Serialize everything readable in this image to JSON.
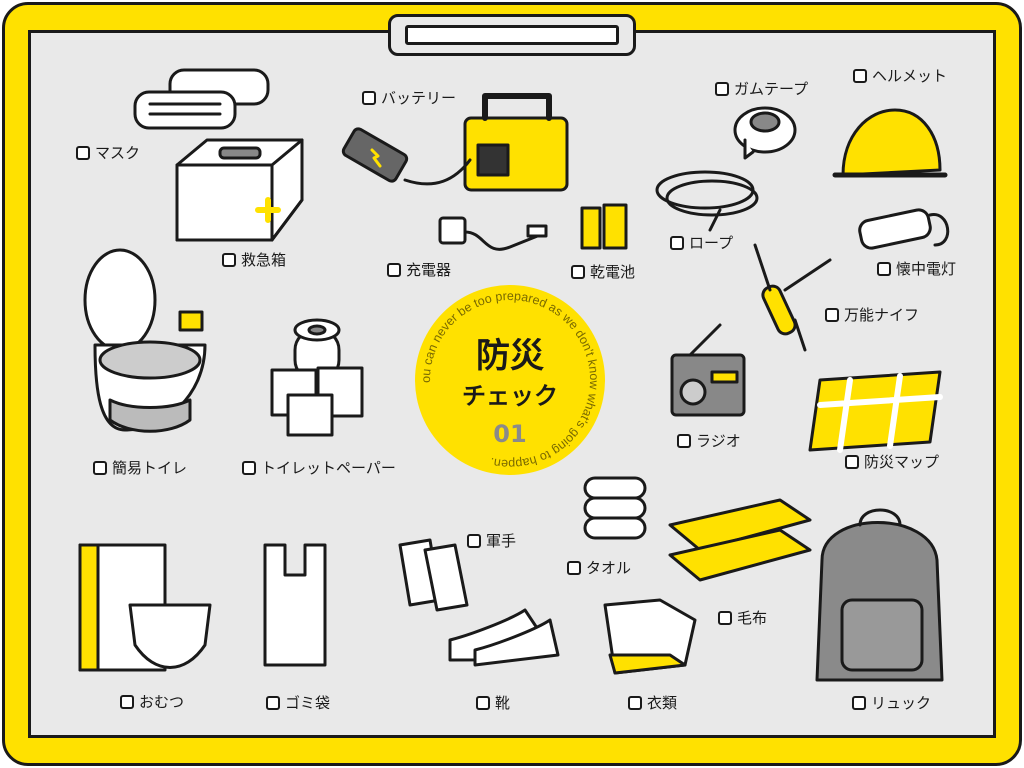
{
  "badge": {
    "title": "防災",
    "subtitle": "チェック",
    "number": "01",
    "circular_text": "You can never be too prepared as we don't know what's going to happen."
  },
  "items": [
    {
      "label": "マスク",
      "checked": false
    },
    {
      "label": "バッテリー",
      "checked": false
    },
    {
      "label": "ガムテープ",
      "checked": false
    },
    {
      "label": "ヘルメット",
      "checked": false
    },
    {
      "label": "救急箱",
      "checked": false
    },
    {
      "label": "充電器",
      "checked": false
    },
    {
      "label": "乾電池",
      "checked": false
    },
    {
      "label": "ロープ",
      "checked": false
    },
    {
      "label": "懐中電灯",
      "checked": false
    },
    {
      "label": "万能ナイフ",
      "checked": false
    },
    {
      "label": "簡易トイレ",
      "checked": false
    },
    {
      "label": "トイレットペーパー",
      "checked": false
    },
    {
      "label": "ラジオ",
      "checked": false
    },
    {
      "label": "防災マップ",
      "checked": false
    },
    {
      "label": "軍手",
      "checked": false
    },
    {
      "label": "タオル",
      "checked": false
    },
    {
      "label": "毛布",
      "checked": false
    },
    {
      "label": "おむつ",
      "checked": false
    },
    {
      "label": "ゴミ袋",
      "checked": false
    },
    {
      "label": "靴",
      "checked": false
    },
    {
      "label": "衣類",
      "checked": false
    },
    {
      "label": "リュック",
      "checked": false
    }
  ],
  "colors": {
    "accent": "#ffe100",
    "board": "#e9e9e9",
    "ink": "#1a1a1a",
    "gray": "#8a8a8a"
  }
}
